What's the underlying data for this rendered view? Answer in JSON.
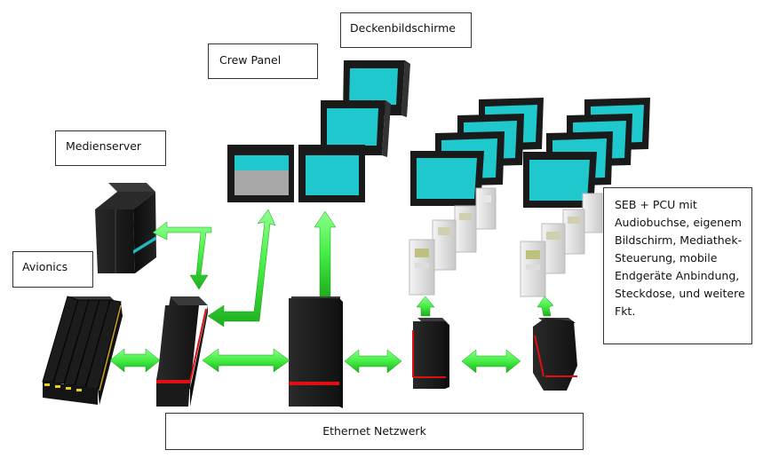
{
  "labels": {
    "deckenbildschirme": "Deckenbildschirme",
    "crew_panel": "Crew Panel",
    "medienserver": "Medienserver",
    "avionics": "Avionics",
    "seb_pcu": "SEB + PCU mit Audiobuchse, eigenem Bildschirm, Mediathek-Steuerung, mobile Endgeräte Anbindung, Steckdose, und weitere Fkt.",
    "ethernet": "Ethernet Netzwerk"
  },
  "colors": {
    "screen_cyan": "#1fc8cc",
    "server_black": "#1c1c1c",
    "arrow_green": "#4cff4c",
    "red_stripe": "#e01010",
    "cyan_stripe": "#1fb8c0",
    "yellow_stripe": "#e8d020",
    "gray_screen": "#a8a8a8"
  },
  "icons": [
    "monitor-icon",
    "server-icon",
    "seat-box-icon",
    "double-arrow-icon"
  ]
}
